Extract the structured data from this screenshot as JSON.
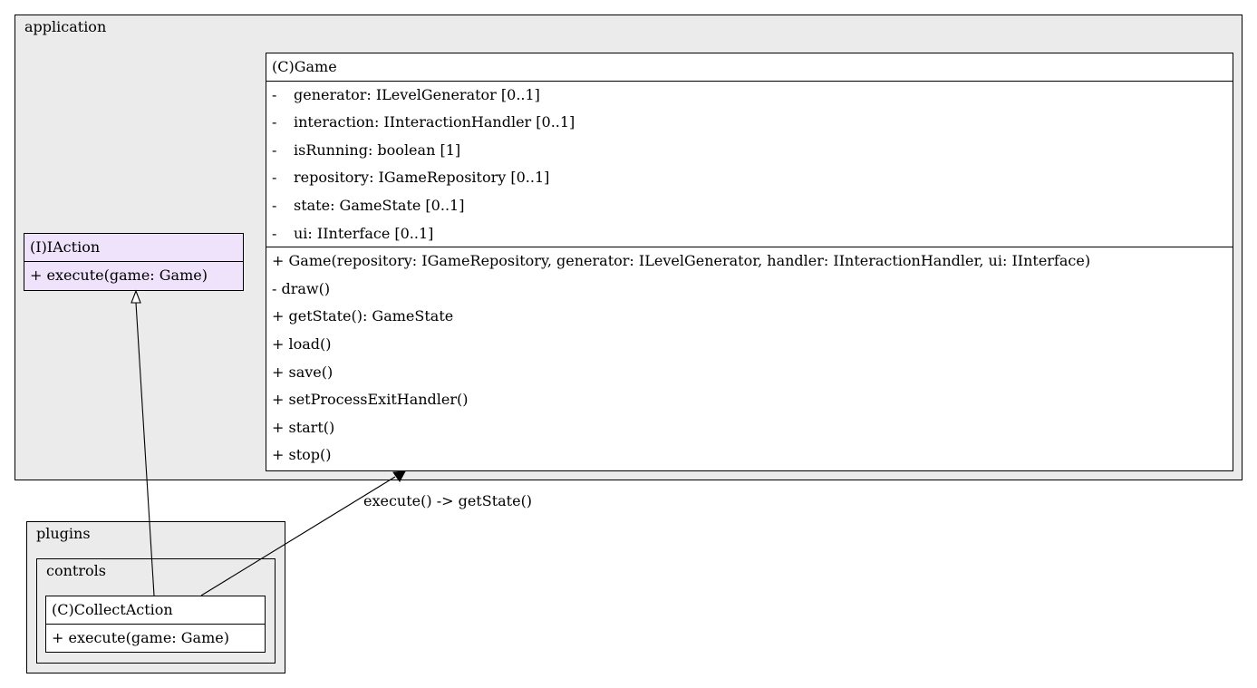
{
  "packages": {
    "application": {
      "label": "application"
    },
    "plugins": {
      "label": "plugins"
    },
    "controls": {
      "label": "controls"
    }
  },
  "classes": {
    "game": {
      "title": "(C)Game",
      "attributes": [
        {
          "vis": "-",
          "text": "generator: ILevelGenerator [0..1]"
        },
        {
          "vis": "-",
          "text": "interaction: IInteractionHandler [0..1]"
        },
        {
          "vis": "-",
          "text": "isRunning: boolean [1]"
        },
        {
          "vis": "-",
          "text": "repository: IGameRepository [0..1]"
        },
        {
          "vis": "-",
          "text": "state: GameState [0..1]"
        },
        {
          "vis": "-",
          "text": "ui: IInterface [0..1]"
        }
      ],
      "methods": [
        "+ Game(repository: IGameRepository, generator: ILevelGenerator, handler: IInteractionHandler, ui: IInterface)",
        "- draw()",
        "+ getState(): GameState",
        "+ load()",
        "+ save()",
        "+ setProcessExitHandler()",
        "+ start()",
        "+ stop()"
      ]
    },
    "iaction": {
      "title": "(I)IAction",
      "methods": [
        "+ execute(game: Game)"
      ]
    },
    "collect_action": {
      "title": "(C)CollectAction",
      "methods": [
        "+ execute(game: Game)"
      ]
    }
  },
  "relations": {
    "realization": {
      "from": "(C)CollectAction",
      "to": "(I)IAction",
      "kind": "realization"
    },
    "call": {
      "from": "(C)CollectAction",
      "to": "(C)Game",
      "kind": "dependency",
      "label": "execute() -> getState()"
    }
  },
  "colors": {
    "package_fill": "#ebebeb",
    "class_fill": "#ffffff",
    "interface_fill": "#efe2fb",
    "line": "#000000"
  }
}
